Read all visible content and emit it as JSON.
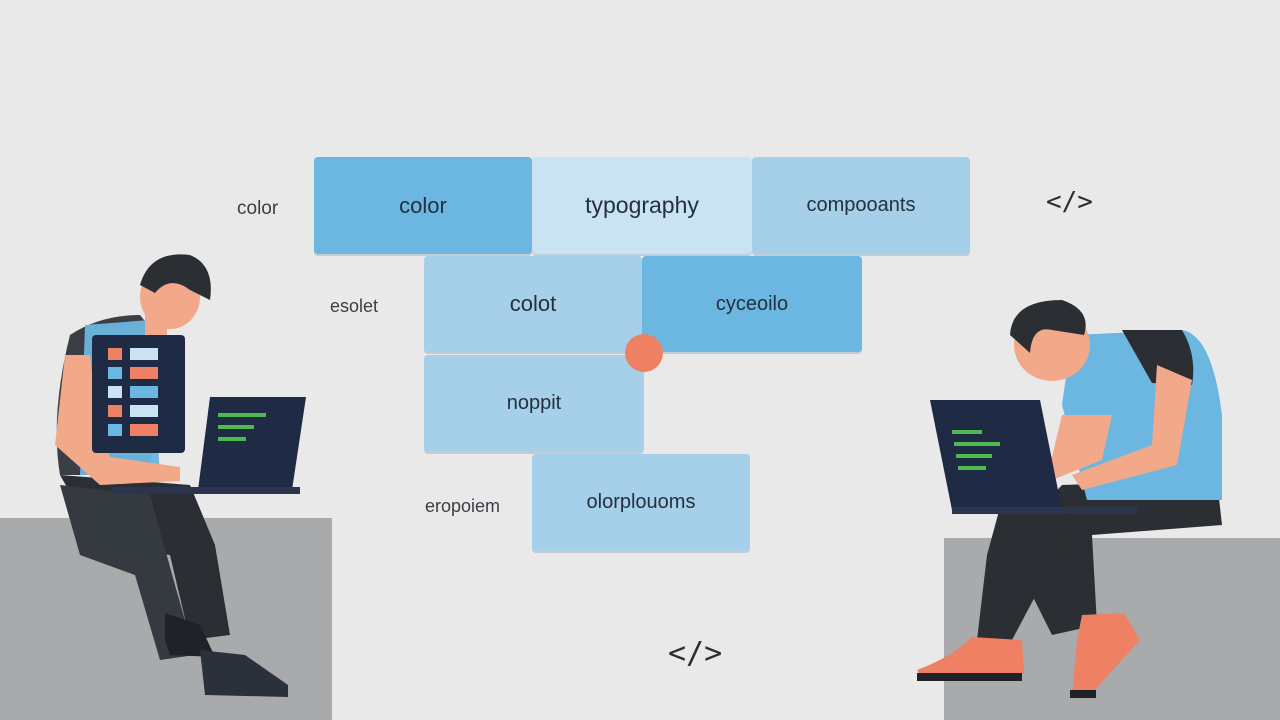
{
  "colors": {
    "background": "#e9e9e9",
    "ledge": "#a9aaab",
    "block_dark": "#6cb6e2",
    "block_mid": "#a6d0ea",
    "block_light": "#c9e3f2",
    "accent": "#ee8064",
    "skin": "#f2a98a",
    "shirt_blue": "#6cb6e2",
    "pants": "#2b2f33",
    "laptop": "#1f2b45",
    "code_green": "#4fb84f"
  },
  "blocks": [
    {
      "text": "color"
    },
    {
      "text": "typography"
    },
    {
      "text": "compooants"
    },
    {
      "text": "colot"
    },
    {
      "text": "cyceoilo"
    },
    {
      "text": "noppit"
    },
    {
      "text": "olorplouoms"
    }
  ],
  "side_labels": [
    "color",
    "esolet",
    "eropoiem"
  ],
  "code_symbols": [
    "</>",
    "</>"
  ],
  "icons": [
    "code-icon",
    "code-icon",
    "hotspot-dot"
  ]
}
